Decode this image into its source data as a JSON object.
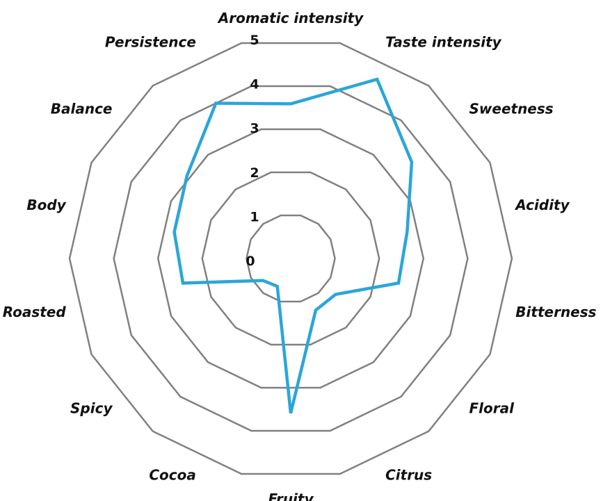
{
  "chart_data": {
    "type": "radar",
    "title": "",
    "categories": [
      "Aromatic intensity",
      "Taste intensity",
      "Sweetness",
      "Acidity",
      "Bitterness",
      "Floral",
      "Citrus",
      "Fruity",
      "Cocoa",
      "Spicy",
      "Roasted",
      "Body",
      "Balance",
      "Persistence"
    ],
    "series": [
      {
        "values": [
          3.5,
          4.5,
          3.5,
          2.7,
          2.5,
          1.3,
          1.3,
          3.5,
          0.7,
          0.8,
          2.5,
          2.7,
          3.0,
          3.9
        ]
      }
    ],
    "scale_min": 0,
    "scale_max": 5,
    "ticks": [
      "0",
      "1",
      "2",
      "3",
      "4",
      "5"
    ],
    "grid": true,
    "legend": "none",
    "colors": {
      "series": "#2aa6d9",
      "grid": "#808080",
      "text": "#111111"
    }
  }
}
